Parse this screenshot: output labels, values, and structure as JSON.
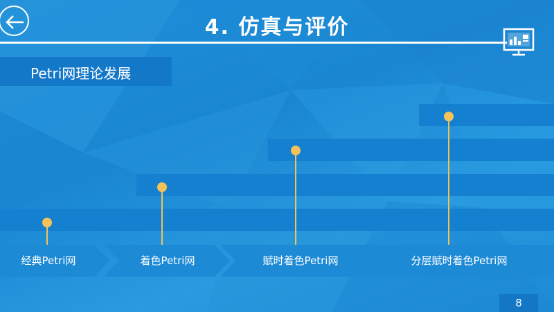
{
  "header": {
    "title": "4. 仿真与评价",
    "back_icon": "back-arrow-icon",
    "monitor_icon": "monitor-chart-icon"
  },
  "section": {
    "subtitle": "Petri网理论发展"
  },
  "timeline": {
    "steps": [
      {
        "label": "经典Petri网"
      },
      {
        "label": "着色Petri网"
      },
      {
        "label": "赋时着色Petri网"
      },
      {
        "label": "分层赋时着色Petri网"
      }
    ],
    "dot_color": "#F5C25A"
  },
  "footer": {
    "page_number": "8"
  },
  "colors": {
    "background": "#1F8FD8",
    "band": "#157FD0",
    "accent": "#F5C25A",
    "text": "#FFFFFF"
  }
}
